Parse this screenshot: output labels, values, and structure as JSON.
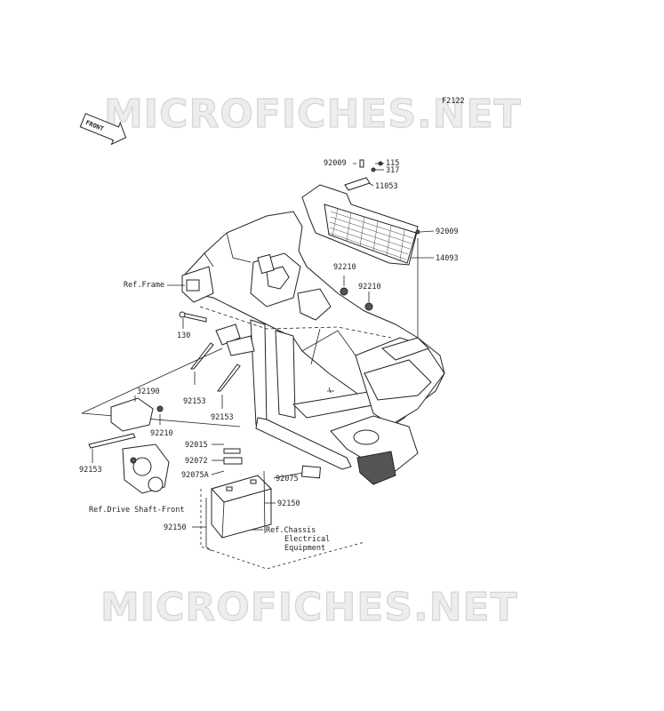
{
  "diagram": {
    "code": "F2122",
    "front_label": "FRONT",
    "watermark": "MICROFICHES.NET",
    "part_numbers": [
      "92009",
      "115",
      "317",
      "11053",
      "92009",
      "14093",
      "92210",
      "92210",
      "130",
      "92153",
      "92153",
      "32190",
      "92210",
      "92153",
      "92015",
      "92072",
      "92075A",
      "92075",
      "92150",
      "92150"
    ],
    "references": {
      "frame": "Ref.Frame",
      "drive_shaft": "Ref.Drive Shaft-Front",
      "chassis_line1": "Ref.Chassis",
      "chassis_line2": "Electrical",
      "chassis_line3": "Equipment"
    },
    "icons": [
      "front-arrow-icon"
    ]
  }
}
